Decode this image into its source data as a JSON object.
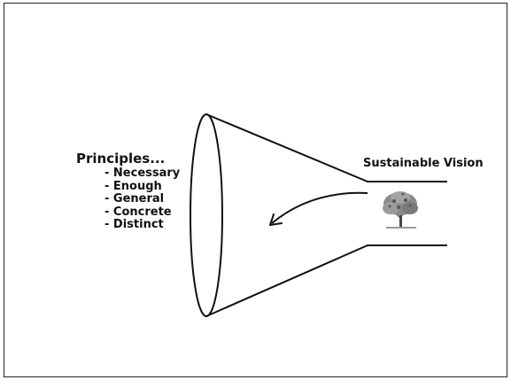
{
  "diagram": {
    "principles": {
      "heading": "Principles...",
      "items": [
        "Necessary",
        "Enough",
        "General",
        "Concrete",
        "Distinct"
      ]
    },
    "vision_label": "Sustainable Vision",
    "icons": {
      "tree": "tree-icon",
      "arrow": "curved-arrow-icon"
    },
    "colors": {
      "line": "#111111",
      "tree": "#6b6b6b"
    }
  }
}
